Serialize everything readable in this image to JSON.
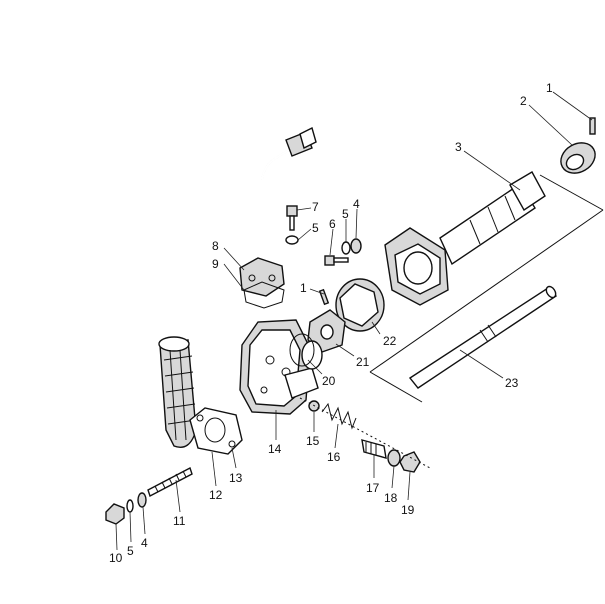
{
  "callouts": [
    {
      "id": "c1a",
      "text": "1"
    },
    {
      "id": "c2",
      "text": "2"
    },
    {
      "id": "c3",
      "text": "3"
    },
    {
      "id": "c4a",
      "text": "4"
    },
    {
      "id": "c5a",
      "text": "5"
    },
    {
      "id": "c6",
      "text": "6"
    },
    {
      "id": "c7",
      "text": "7"
    },
    {
      "id": "c5b",
      "text": "5"
    },
    {
      "id": "c8",
      "text": "8"
    },
    {
      "id": "c9",
      "text": "9"
    },
    {
      "id": "c1b",
      "text": "1"
    },
    {
      "id": "c22",
      "text": "22"
    },
    {
      "id": "c21",
      "text": "21"
    },
    {
      "id": "c20",
      "text": "20"
    },
    {
      "id": "c23",
      "text": "23"
    },
    {
      "id": "c14",
      "text": "14"
    },
    {
      "id": "c15",
      "text": "15"
    },
    {
      "id": "c16",
      "text": "16"
    },
    {
      "id": "c17",
      "text": "17"
    },
    {
      "id": "c18",
      "text": "18"
    },
    {
      "id": "c19",
      "text": "19"
    },
    {
      "id": "c13",
      "text": "13"
    },
    {
      "id": "c12",
      "text": "12"
    },
    {
      "id": "c11",
      "text": "11"
    },
    {
      "id": "c10",
      "text": "10"
    },
    {
      "id": "c5c",
      "text": "5"
    },
    {
      "id": "c4b",
      "text": "4"
    }
  ]
}
